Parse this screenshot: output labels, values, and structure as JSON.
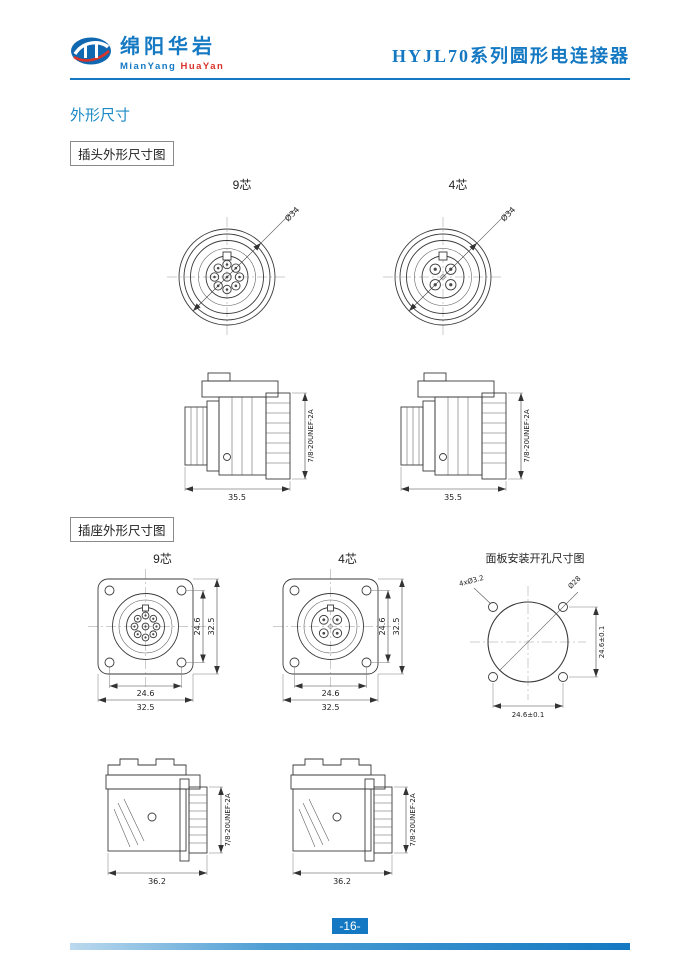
{
  "header": {
    "logo": {
      "cn": "绵阳华岩",
      "en_blue": "MianYang",
      "en_red": "HuaYan"
    },
    "title": "HYJL70系列圆形电连接器"
  },
  "section": {
    "title": "外形尺寸"
  },
  "plug": {
    "caption": "插头外形尺寸图",
    "cols": [
      {
        "label": "9芯"
      },
      {
        "label": "4芯"
      }
    ],
    "dims": {
      "diameter": "Ø34",
      "length": "35.5",
      "thread": "7/8-20UNEF-2A"
    }
  },
  "socket": {
    "caption": "插座外形尺寸图",
    "cols": [
      {
        "label": "9芯"
      },
      {
        "label": "4芯"
      },
      {
        "label": "面板安装开孔尺寸图"
      }
    ],
    "dims": {
      "hole_spacing": "24.6",
      "flange": "32.5",
      "length": "36.2",
      "thread": "7/8-20UNEF-2A",
      "panel_holes": "4xØ3.2",
      "panel_dia": "Ø28",
      "panel_spacing": "24.6±0.1"
    }
  },
  "footer": {
    "page": "-16-"
  },
  "colors": {
    "accent_blue": "#1479c2",
    "logo_red": "#d9332a"
  }
}
